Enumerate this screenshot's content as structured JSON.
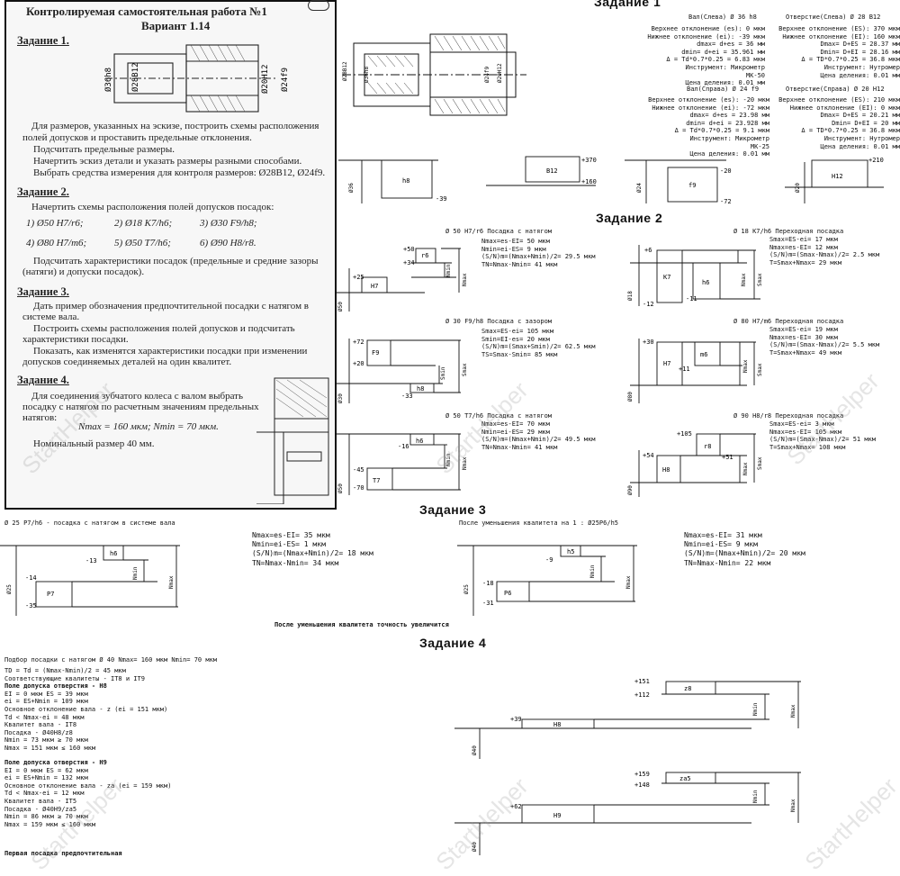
{
  "task_sheet": {
    "title": "Контролируемая самостоятельная работа №1",
    "variant": "Вариант 1.14",
    "page_num": "",
    "z1_head": "Задание 1.",
    "dims": {
      "d36": "Ø36h8",
      "d28": "Ø28B12",
      "d20": "Ø20H12",
      "d24": "Ø24f9"
    },
    "z1_lines": [
      "Для размеров, указанных на эскизе, построить схемы расположения",
      "полей допусков и проставить предельные отклонения.",
      "Подсчитать предельные размеры.",
      "Начертить эскиз детали и указать размеры разными способами.",
      "Выбрать средства измерения для контроля размеров: Ø28B12, Ø24f9."
    ],
    "z2_head": "Задание 2.",
    "z2_intro": "Начертить схемы расположения полей допусков посадок:",
    "fits": [
      "1)  Ø50 H7/r6;",
      "2) Ø18 K7/h6;",
      "3) Ø30 F9/h8;",
      "4) Ø80 H7/m6;",
      "5) Ø50 T7/h6;",
      "6) Ø90 H8/r8."
    ],
    "z2_lines": [
      "Подсчитать характеристики посадок (предельные и средние зазоры",
      "(натяги) и допуски посадок)."
    ],
    "z3_head": "Задание 3.",
    "z3_lines": [
      "Дать пример обозначения предпочтительной посадки с натягом в",
      "системе вала.",
      "Построить схемы расположения полей допусков и подсчитать",
      "характеристики посадки.",
      "Показать, как изменятся характеристики посадки при изменении",
      "допусков соединяемых деталей на один квалитет."
    ],
    "z4_head": "Задание 4.",
    "z4_lines": [
      "Для соединения зубчатого колеса с валом выбрать",
      "посадку с натягом по расчетным значениям предельных",
      "натягов:"
    ],
    "z4_values": "Nmax = 160 мкм;  Nmin = 70 мкм.",
    "z4_nominal": "Номинальный размер 40 мм."
  },
  "headings": {
    "z1": "Задание 1",
    "z2": "Задание 2",
    "z3": "Задание 3",
    "z4": "Задание 4"
  },
  "z1": {
    "shaft_left": {
      "title": "Вал(Слева) Ø 36 h8",
      "lines": [
        "Верхнее отклонение (es): 0 мкм",
        "Нижнее отклонение (ei): -39 мкм",
        "dmax= d+es = 36 мм",
        "dmin= d+ei = 35.961 мм",
        "Δ = Td*0.7*0.25 = 6.83 мкм",
        "Инструмент: Микрометр",
        "МК-50",
        "Цена деления: 0.01 мм"
      ]
    },
    "hole_left": {
      "title": "Отверстие(Слева) Ø 28 B12",
      "lines": [
        "Верхнее отклонение (ES): 370 мкм",
        "Нижнее отклонение (EI): 160 мкм",
        "Dmax= D+ES = 28.37 мм",
        "Dmin= D+EI = 28.16 мм",
        "Δ = TD*0.7*0.25 = 36.8 мкм",
        "Инструмент: Нутромер",
        "Цена деления: 0.01 мм"
      ]
    },
    "shaft_right": {
      "title": "Вал(Справа) Ø 24 f9",
      "lines": [
        "Верхнее отклонение (es): -20 мкм",
        "Нижнее отклонение (ei): -72 мкм",
        "dmax= d+es = 23.98 мм",
        "dmin= d+ei = 23.928 мм",
        "Δ = Td*0.7*0.25 = 9.1 мкм",
        "Инструмент: Микрометр",
        "МК-25",
        "Цена деления: 0.01 мм"
      ]
    },
    "hole_right": {
      "title": "Отверстие(Справа) Ø 20 H12",
      "lines": [
        "Верхнее отклонение (ES): 210 мкм",
        "Нижнее отклонение (EI): 0 мкм",
        "Dmax= D+ES = 20.21 мм",
        "Dmin= D+EI = 20 мм",
        "Δ = TD*0.7*0.25 = 36.8 мкм",
        "Инструмент: Нутромер",
        "Цена деления: 0.01 мм"
      ]
    },
    "sketch_labels": {
      "a": "Ø28B12",
      "b": "Ø36h8",
      "c": "Ø24f9",
      "d": "Ø20H12"
    },
    "schemes": [
      {
        "d": "Ø36",
        "zone": "h8",
        "devs": [
          "-39"
        ]
      },
      {
        "d": "",
        "zone": "B12",
        "devs": [
          "+370",
          "+160"
        ]
      },
      {
        "d": "Ø24",
        "zone": "f9",
        "devs": [
          "-20",
          "-72"
        ]
      },
      {
        "d": "Ø20",
        "zone": "H12",
        "devs": [
          "+210"
        ]
      }
    ]
  },
  "z2": {
    "fits": [
      {
        "title": "Ø 50 H7/r6 Посадка с натягом",
        "lines": [
          "Nmax=es-EI= 50 мкм",
          "Nmin=ei-ES= 9 мкм",
          "(S/N)m=(Nmax+Nmin)/2= 29.5 мкм",
          "TN=Nmax-Nmin= 41 мкм"
        ],
        "hole": "H7",
        "shaft": "r6",
        "devs": [
          "+50",
          "+34",
          "+25"
        ],
        "d": "Ø50",
        "side": [
          "Nmin",
          "Nmax"
        ]
      },
      {
        "title": "Ø 18 K7/h6 Переходная посадка",
        "lines": [
          "Smax=ES-ei= 17 мкм",
          "Nmax=es-EI= 12 мкм",
          "(S/N)m=(Smax-Nmax)/2= 2.5 мкм",
          "T=Smax+Nmax= 29 мкм"
        ],
        "hole": "K7",
        "shaft": "h6",
        "devs": [
          "+6",
          "-11",
          "-12"
        ],
        "d": "Ø18",
        "side": [
          "Nmax",
          "Smax"
        ]
      },
      {
        "title": "Ø 30 F9/h8 Посадка с зазором",
        "lines": [
          "Smax=ES-ei= 105 мкм",
          "Smin=EI-es= 20 мкм",
          "(S/N)m=(Smax+Smin)/2= 62.5 мкм",
          "TS=Smax-Smin= 85 мкм"
        ],
        "hole": "F9",
        "shaft": "h8",
        "devs": [
          "+72",
          "+20",
          "-33"
        ],
        "d": "Ø30",
        "side": [
          "Smin",
          "Smax"
        ]
      },
      {
        "title": "Ø 80 H7/m6 Переходная посадка",
        "lines": [
          "Smax=ES-ei= 19 мкм",
          "Nmax=es-EI= 30 мкм",
          "(S/N)m=(Smax-Nmax)/2= 5.5 мкм",
          "T=Smax+Nmax= 49 мкм"
        ],
        "hole": "H7",
        "shaft": "m6",
        "devs": [
          "+30",
          "+11"
        ],
        "d": "Ø80",
        "side": [
          "Nmax",
          "Smax"
        ]
      },
      {
        "title": "Ø 50 T7/h6 Посадка с натягом",
        "lines": [
          "Nmax=es-EI= 70 мкм",
          "Nmin=ei-ES= 29 мкм",
          "(S/N)m=(Nmax+Nmin)/2= 49.5 мкм",
          "TN=Nmax-Nmin= 41 мкм"
        ],
        "hole": "T7",
        "shaft": "h6",
        "devs": [
          "-16",
          "-45",
          "-70"
        ],
        "d": "Ø50",
        "side": [
          "Nmin",
          "Nmax"
        ]
      },
      {
        "title": "Ø 90 H8/r8 Переходная посадка",
        "lines": [
          "Smax=ES-ei= 3 мкм",
          "Nmax=es-EI= 105 мкм",
          "(S/N)m=(Smax-Nmax)/2= 51 мкм",
          "T=Smax+Nmax= 108 мкм"
        ],
        "hole": "H8",
        "shaft": "r8",
        "devs": [
          "+105",
          "+54",
          "+51"
        ],
        "d": "Ø90",
        "side": [
          "Nmax",
          "Smax"
        ]
      }
    ]
  },
  "z3": {
    "left_title": "Ø 25  P7/h6 - посадка с натягом в системе вала",
    "right_title": "После уменьшения квалитета на 1 : Ø25P6/h5",
    "left_lines": [
      "Nmax=es-EI= 35 мкм",
      "Nmin=ei-ES= 1 мкм",
      "(S/N)m=(Nmax+Nmin)/2= 18 мкм",
      "TN=Nmax-Nmin= 34 мкм"
    ],
    "right_lines": [
      "Nmax=es-EI= 31 мкм",
      "Nmin=ei-ES= 9 мкм",
      "(S/N)m=(Nmax+Nmin)/2= 20 мкм",
      "TN=Nmax-Nmin= 22 мкм"
    ],
    "left": {
      "shaft": "h6",
      "hole": "P7",
      "devs": [
        "-13",
        "-14",
        "-35"
      ],
      "d": "Ø25"
    },
    "right": {
      "shaft": "h5",
      "hole": "P6",
      "devs": [
        "-9",
        "-18",
        "-31"
      ],
      "d": "Ø25"
    },
    "conclusion": "После уменьшения квалитета точность увеличится"
  },
  "z4": {
    "header": "Подбор посадки с натягом Ø 40  Nmax= 160  мкм     Nmin= 70  мкм",
    "lines": [
      "TD = Td = (Nmax-Nmin)/2 = 45 мкм",
      "Соответствующие квалитеты - IT8 и IT9",
      "Поле допуска отверстия - H8",
      "EI = 0 мкм ES = 39 мкм",
      "ei = ES+Nmin = 109 мкм",
      "Основное отклонение вала - z (ei = 151 мкм)",
      "Td < Nmax-ei = 48 мкм",
      "Квалитет вала - IT8",
      "Посадка - Ø40H8/z8",
      "Nmin = 73 мкм ≥ 70 мкм",
      "Nmax = 151 мкм ≤ 160 мкм"
    ],
    "lines2": [
      "Поле допуска отверстия - H9",
      "EI = 0 мкм ES = 62 мкм",
      "ei = ES+Nmin = 132 мкм",
      "Основное отклонение вала - za (ei = 159 мкм)",
      "Td < Nmax-ei = 12 мкм",
      "Квалитет вала - IT5",
      "Посадка - Ø40H9/za5",
      "Nmin = 86 мкм ≥ 70 мкм",
      "Nmax = 159 мкм ≤ 160 мкм"
    ],
    "footer": "Первая посадка предпочтительная",
    "top": {
      "devs": [
        "+151",
        "+112",
        "+39"
      ],
      "shaft": "z8",
      "hole": "H8",
      "d": "Ø40",
      "side": [
        "Nmin",
        "Nmax"
      ]
    },
    "bottom": {
      "devs": [
        "+159",
        "+148",
        "+62"
      ],
      "shaft": "za5",
      "hole": "H9",
      "d": "Ø40",
      "side": [
        "Nmin",
        "Nmax"
      ]
    }
  },
  "watermark": "StartHelper"
}
